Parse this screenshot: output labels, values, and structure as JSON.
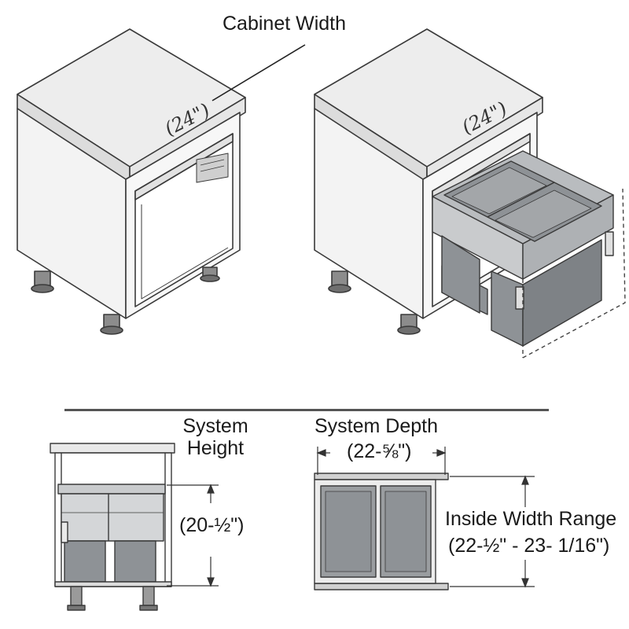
{
  "labels": {
    "cabinet_width": "Cabinet Width",
    "width_left": "(24\")",
    "width_right": "(24\")",
    "system_height_line1": "System",
    "system_height_line2": "Height",
    "system_height_value": "(20-½\")",
    "system_depth": "System Depth",
    "system_depth_value": "(22-⅝\")",
    "inside_width": "Inside Width Range",
    "inside_width_value": "(22-½\" - 23- 1/16\")"
  },
  "colors": {
    "line": "#3a3a3a",
    "cabinet_face": "#f2f2f2",
    "bin_gray": "#8e9296",
    "bin_light": "#b9bcbf",
    "frame_silver": "#c9cbcd"
  }
}
